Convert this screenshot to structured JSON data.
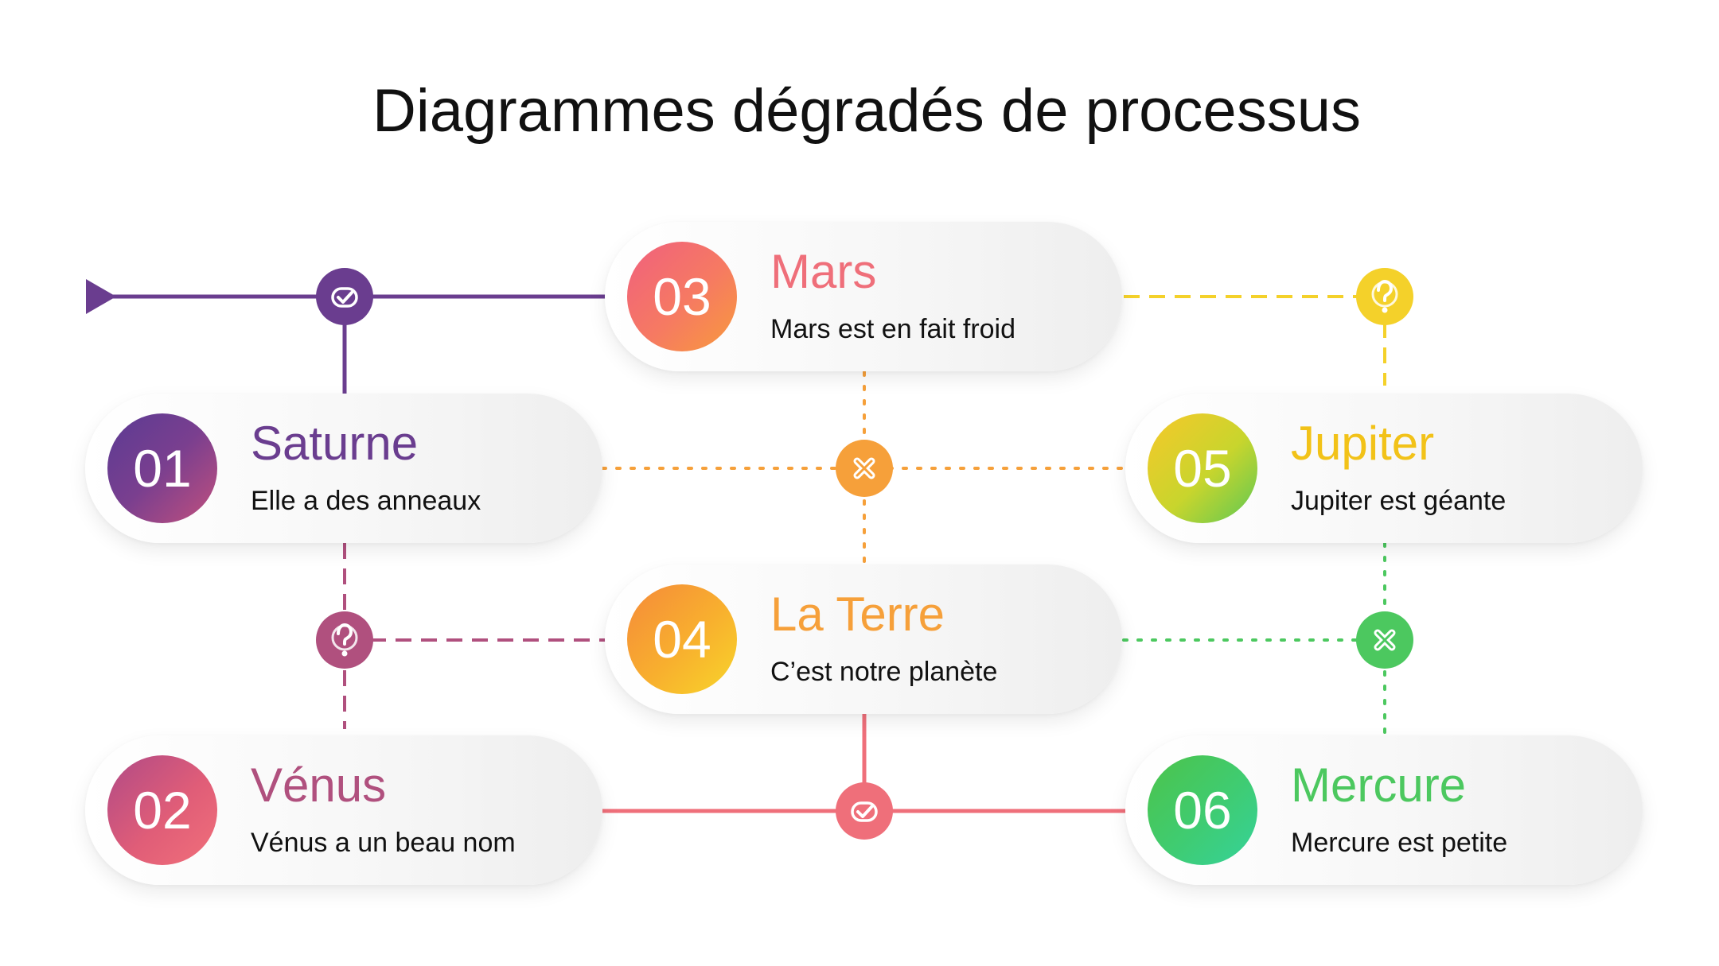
{
  "title": "Diagrammes dégradés de processus",
  "colors": {
    "purple": "#6a3d8f",
    "mauve": "#b0507e",
    "coral": "#ef6f7a",
    "orange": "#f6a03a",
    "yellow": "#f4d12a",
    "green": "#4cc85f"
  },
  "steps": [
    {
      "number": "01",
      "title": "Saturne",
      "description": "Elle a des anneaux"
    },
    {
      "number": "02",
      "title": "Vénus",
      "description": "Vénus a un beau nom"
    },
    {
      "number": "03",
      "title": "Mars",
      "description": "Mars est en fait froid"
    },
    {
      "number": "04",
      "title": "La Terre",
      "description": "C’est notre planète"
    },
    {
      "number": "05",
      "title": "Jupiter",
      "description": "Jupiter est géante"
    },
    {
      "number": "06",
      "title": "Mercure",
      "description": "Mercure est petite"
    }
  ],
  "nodes": [
    {
      "icon": "check-icon",
      "color": "purple"
    },
    {
      "icon": "question-icon",
      "color": "mauve"
    },
    {
      "icon": "close-icon",
      "color": "orange"
    },
    {
      "icon": "check-icon",
      "color": "coral"
    },
    {
      "icon": "question-icon",
      "color": "yellow"
    },
    {
      "icon": "close-icon",
      "color": "green"
    }
  ]
}
